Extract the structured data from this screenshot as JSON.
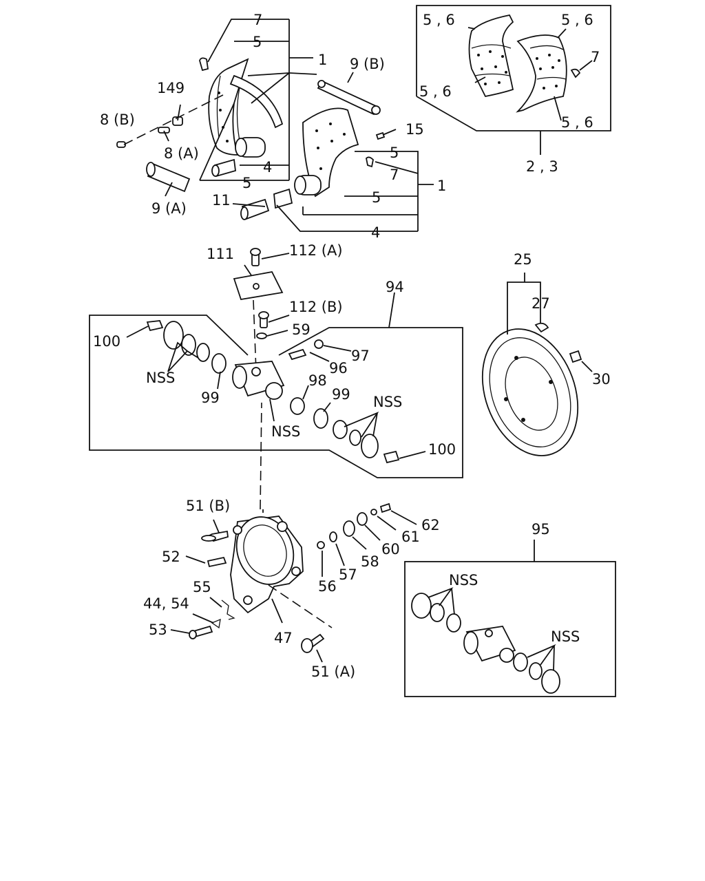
{
  "labels": {
    "l7a": "7",
    "l5a": "5",
    "l1a": "1",
    "l9b": "9 (B)",
    "l149": "149",
    "l8b": "8 (B)",
    "l8a": "8 (A)",
    "l4a": "4",
    "l5b": "5",
    "l9a": "9 (A)",
    "l15": "15",
    "l5c": "5",
    "l7b": "7",
    "l1b": "1",
    "l5d": "5",
    "l11": "11",
    "l4b": "4",
    "l56a": "5 , 6",
    "l56b": "5 , 6",
    "l56c": "5 , 6",
    "l56d": "5 , 6",
    "l7c": "7",
    "l23": "2 , 3",
    "l111": "111",
    "l112a": "112 (A)",
    "l112b": "112 (B)",
    "l59": "59",
    "l94": "94",
    "l100a": "100",
    "l97": "97",
    "l96": "96",
    "lnss1": "NSS",
    "l99a": "99",
    "l98": "98",
    "l99b": "99",
    "lnss2": "NSS",
    "lnss3": "NSS",
    "l100b": "100",
    "l25": "25",
    "l27": "27",
    "l30": "30",
    "l51b": "51 (B)",
    "l62": "62",
    "l61": "61",
    "l60": "60",
    "l52": "52",
    "l58": "58",
    "l57": "57",
    "l56": "56",
    "l55": "55",
    "l4454": "44, 54",
    "l53": "53",
    "l47": "47",
    "l51a": "51 (A)",
    "l95": "95",
    "lnss4": "NSS",
    "lnss5": "NSS"
  }
}
